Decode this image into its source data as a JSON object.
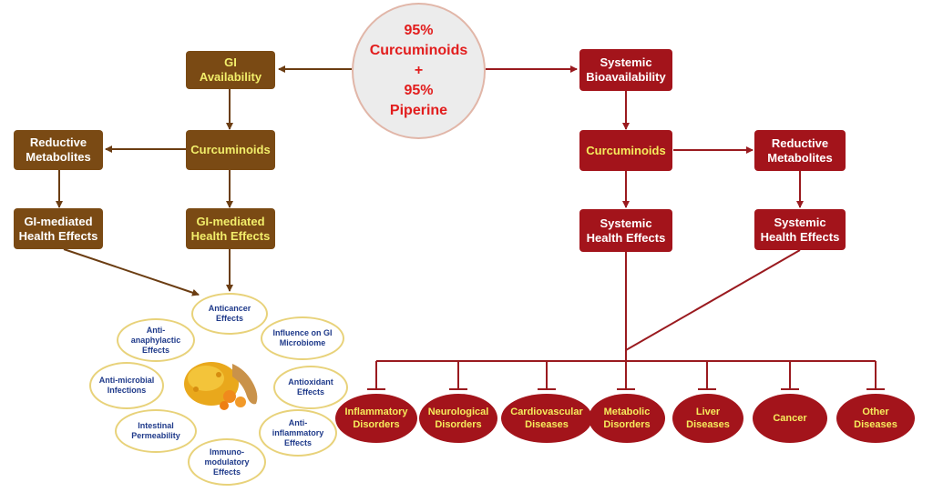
{
  "center": {
    "line1": "95%",
    "line2": "Curcuminoids",
    "line3": "+",
    "line4": "95%",
    "line5": "Piperine"
  },
  "left": {
    "gi_availability": "GI Availability",
    "curcuminoids": "Curcuminoids",
    "reductive_metabolites": "Reductive Metabolites",
    "gi_health_effects_1": "GI-mediated Health Effects",
    "gi_health_effects_2": "GI-mediated Health Effects"
  },
  "right": {
    "systemic_bioavailability": "Systemic Bioavailability",
    "curcuminoids": "Curcuminoids",
    "reductive_metabolites": "Reductive Metabolites",
    "systemic_health_effects_1": "Systemic Health Effects",
    "systemic_health_effects_2": "Systemic Health Effects"
  },
  "gi_effects": {
    "anticancer": "Anticancer Effects",
    "microbiome": "Influence on GI Microbiome",
    "antioxidant": "Antioxidant Effects",
    "anti_inflammatory": "Anti-inflammatory Effects",
    "immunomodulatory": "Immuno-modulatory Effects",
    "intestinal": "Intestinal Permeability",
    "antimicrobial": "Anti-microbial Infections",
    "antianaphylactic": "Anti-anaphylactic Effects"
  },
  "diseases": [
    "Inflammatory Disorders",
    "Neurological Disorders",
    "Cardiovascular Diseases",
    "Metabolic Disorders",
    "Liver Diseases",
    "Cancer",
    "Other Diseases"
  ],
  "colors": {
    "brown": "#7a4a14",
    "red": "#a3141b",
    "center_text": "#e21d1d",
    "effect_text": "#1f3a8a"
  }
}
